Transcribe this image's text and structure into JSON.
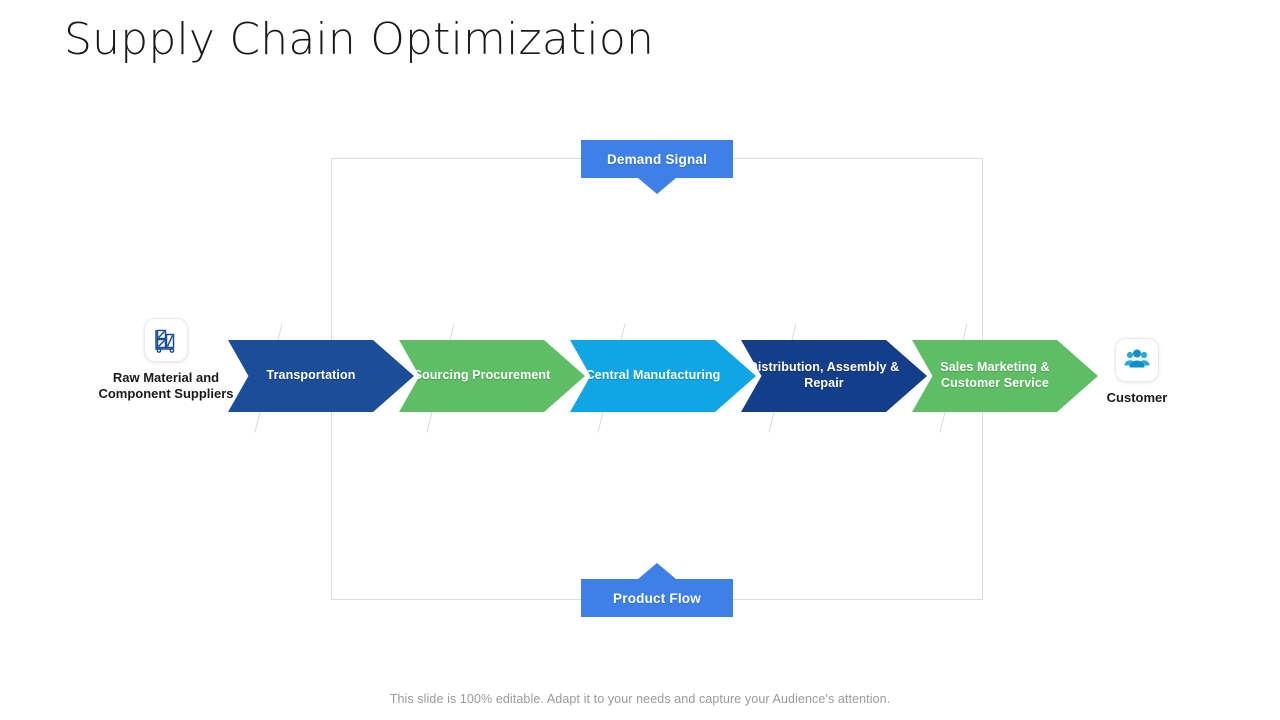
{
  "slide": {
    "title": "Supply Chain Optimization",
    "footer_note": "This slide is 100% editable. Adapt it to your needs and capture your Audience's attention."
  },
  "banners": {
    "top": {
      "label": "Demand Signal",
      "color": "#3f80e8",
      "direction": "down"
    },
    "bottom": {
      "label": "Product Flow",
      "color": "#3f80e8",
      "direction": "up"
    }
  },
  "endpoints": {
    "start": {
      "label": "Raw Material and Component Suppliers",
      "icon": "warehouse-boxes-icon",
      "icon_color": "#1c4d98"
    },
    "end": {
      "label": "Customer",
      "icon": "customer-group-icon",
      "icon_color": "#10a6e6"
    }
  },
  "chain": {
    "steps": [
      {
        "label": "Transportation",
        "color": "#1c4d98"
      },
      {
        "label": "Sourcing Procurement",
        "color": "#5fbe65"
      },
      {
        "label": "Central Manufacturing",
        "color": "#10a6e6"
      },
      {
        "label": "Distribution, Assembly & Repair",
        "color": "#153e8a"
      },
      {
        "label": "Sales Marketing & Customer Service",
        "color": "#5fbe65"
      }
    ]
  }
}
